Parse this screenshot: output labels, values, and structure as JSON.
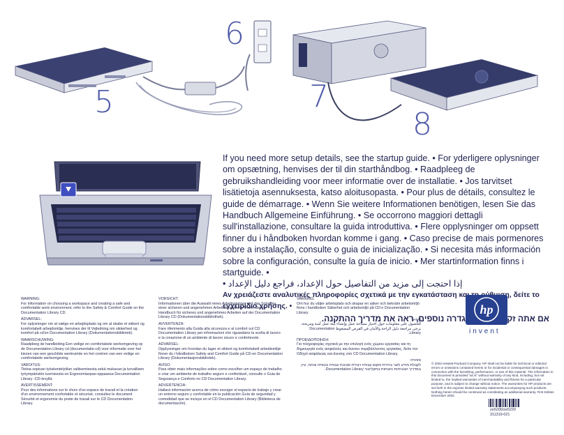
{
  "steps": {
    "five": "5",
    "six": "6",
    "seven": "7",
    "eight": "8"
  },
  "setup": {
    "p1": "If you need more setup details, see the startup guide. • For yderligere oplysninger om opsætning, henvises der til din starthåndbog. • Raadpleeg de gebruikshandleiding voor meer informatie over de installatie. • Jos tarvitset lisätietoja asennuksesta, katso aloitusopasta. • Pour plus de détails, consultez le guide de démarrage. • Wenn Sie weitere Informationen benötigen, lesen Sie das Handbuch Allgemeine Einführung. • Se occorrono maggiori dettagli sull'installazione, consultare la guida introduttiva. • Flere opplysninger om oppsett finner du i håndboken hvordan komme i gang. • Caso precise de mais pormenores sobre a instalação, consulte o guia de inicialização. • Si necesita más información sobre la configuración, consulte la guía de inicio. • Mer startinformation finns i startguide. •",
    "arabic": "إذا احتجت إلى مزيد من التفاصيل حول الإعداد، فراجع دليل الإعداد •",
    "greek": "Αν χρειάζεστε αναλυτικές πληροφορίες σχετικά με την εγκατάσταση και τη ρύθμιση, δείτε το εγχειρίδιο χρήσης. •",
    "hebrew": "אם אתה זקוק לנתוני הגדרה נוספים, ראה את מדריך ההתקנה."
  },
  "warnings": {
    "col1": [
      {
        "h": "WARNING:",
        "b": "For information on choosing a workspace and creating a safe and comfortable work environment, refer to the Safety & Comfort Guide on the Documentation Library CD."
      },
      {
        "h": "ADVARSEL:",
        "b": "For oplysninger om at vælge en arbejdsplads og om at skabe et sikkert og komfortabelt arbejdsmiljø, henvises der til Vejledning om sikkerhed og komfort på cd'en Documentation Library (Dokumentationsbibliotek)."
      },
      {
        "h": "WAARSCHUWING:",
        "b": "Raadpleeg de handleiding Een veilige en comfortabele werkomgeving op de Documentation Library cd (documentatie-cd) voor informatie over het kiezen van een geschikte werkruimte en het creëren van een veilige en comfortabele werkomgeving."
      },
      {
        "h": "VAROITUS:",
        "b": "Tietoa sopivan työskentelytilan valitsemisesta sekä mukavan ja turvallisen työympäristön luomisesta on Ergonomiaopas-oppaassa Documentation Library -CD-levyllä."
      },
      {
        "h": "AVERTISSEMENT:",
        "b": "Pour des informations sur le choix d'un espace de travail et la création d'un environnement confortable et sécurisé, consultez le document Sécurité et ergonomie du poste de travail sur le CD Documentation Library."
      }
    ],
    "col2": [
      {
        "h": "VORSICHT:",
        "b": "Informationen über die Auswahl eines Arbeitsplatzes und das Schaffen einer sicheren und angenehmen Arbeitsumgebung finden Sie im Handbuch für sicheres und angenehmes Arbeiten auf der Documentation Library CD (Dokumentationsbibliothek)."
      },
      {
        "h": "AVVERTENZA:",
        "b": "Fare riferimento alla Guida alla sicurezza e al comfort sul CD Documentation Library per informazioni che riguardano la scelta di lavoro e la creazione di un ambiente di lavoro sicuro e confortevole."
      },
      {
        "h": "ADVARSEL:",
        "b": "Opplysninger om hvordan du lager et sikkert og komfortabelt arbeidsmiljø finner du i håndboken Safety and Comfort Guide på CD-en Documentation Library (Dokumentasjonsbibliotek)."
      },
      {
        "h": "AVISO:",
        "b": "Para obter mais informações sobre como escolher um espaço de trabalho e criar um ambiente de trabalho seguro e confortável, consulte o Guia de Segurança e Conforto no CD Documentation Library."
      },
      {
        "h": "ADVERTENCIA:",
        "b": "Hallará información acerca de cómo escoger el espacio de trabajo y crear un entorno seguro y confortable en la publicación Guía de seguridad y comodidad que se incluye en el CD Documentation Library (Biblioteca de documentación)."
      }
    ],
    "col3": [
      {
        "h": "VARNING:",
        "b": "Om hur du väljer arbetsplats och skapar en säker och bekväm arbetsmiljö finns i handboken Säkerhet och arbetsmiljö på CD:n Documentation Library.",
        "rtl": false
      },
      {
        "h": "تحذير:",
        "b": "للحصول على معلومات حول اختيار مساحة عمل وإنشاء بيئة عمل آمنة ومريحة، يرجى مراجعة دليل الراحة والأمان في القرص المضغوط Documentation Library.",
        "rtl": true
      },
      {
        "h": "ΠΡΟΕΙΔΟΠΟΙΗΣΗ:",
        "b": "Για πληροφορίες σχετικά με την επιλογή ενός χώρου εργασίας και τη δημιουργία ενός ασφαλούς και άνετου περιβάλλοντος εργασίας, δείτε τον Οδηγό ασφάλειας και άνεσης στο CD Documentation Library.",
        "rtl": false
      },
      {
        "h": "אזהרה:",
        "b": "לקבלת מידע לגבי בחירת מקום עבודה ויצירת סביבת עבודה בטוחה ונוחה, עיין במדריך הבטיחות והנוחות בתקליטור Documentation Library.",
        "rtl": true
      }
    ]
  },
  "brand": {
    "logo_text": "hp",
    "invent": "invent"
  },
  "copyright": "© 2002 Hewlett-Packard Company. HP shall not be liable for technical or editorial errors or omissions contained herein or for incidental or consequential damages in connection with the furnishing, performance, or use of this material. The information in this document is provided \"as is\" without warranty of any kind, including, but not limited to, the implied warranties of merchantability and fitness for a particular purpose, and is subject to change without notice. The warranties for HP products are set forth in the express limited warranty statements accompanying such products. Nothing herein should be construed as constituting an additional warranty. First Edition December 2002.",
  "part_number": "ze5200/ze5220",
  "barcode_number": "311319-021",
  "colors": {
    "ink": "#1f2250",
    "accent": "#4f5aa8",
    "hp_blue": "#27408f"
  }
}
